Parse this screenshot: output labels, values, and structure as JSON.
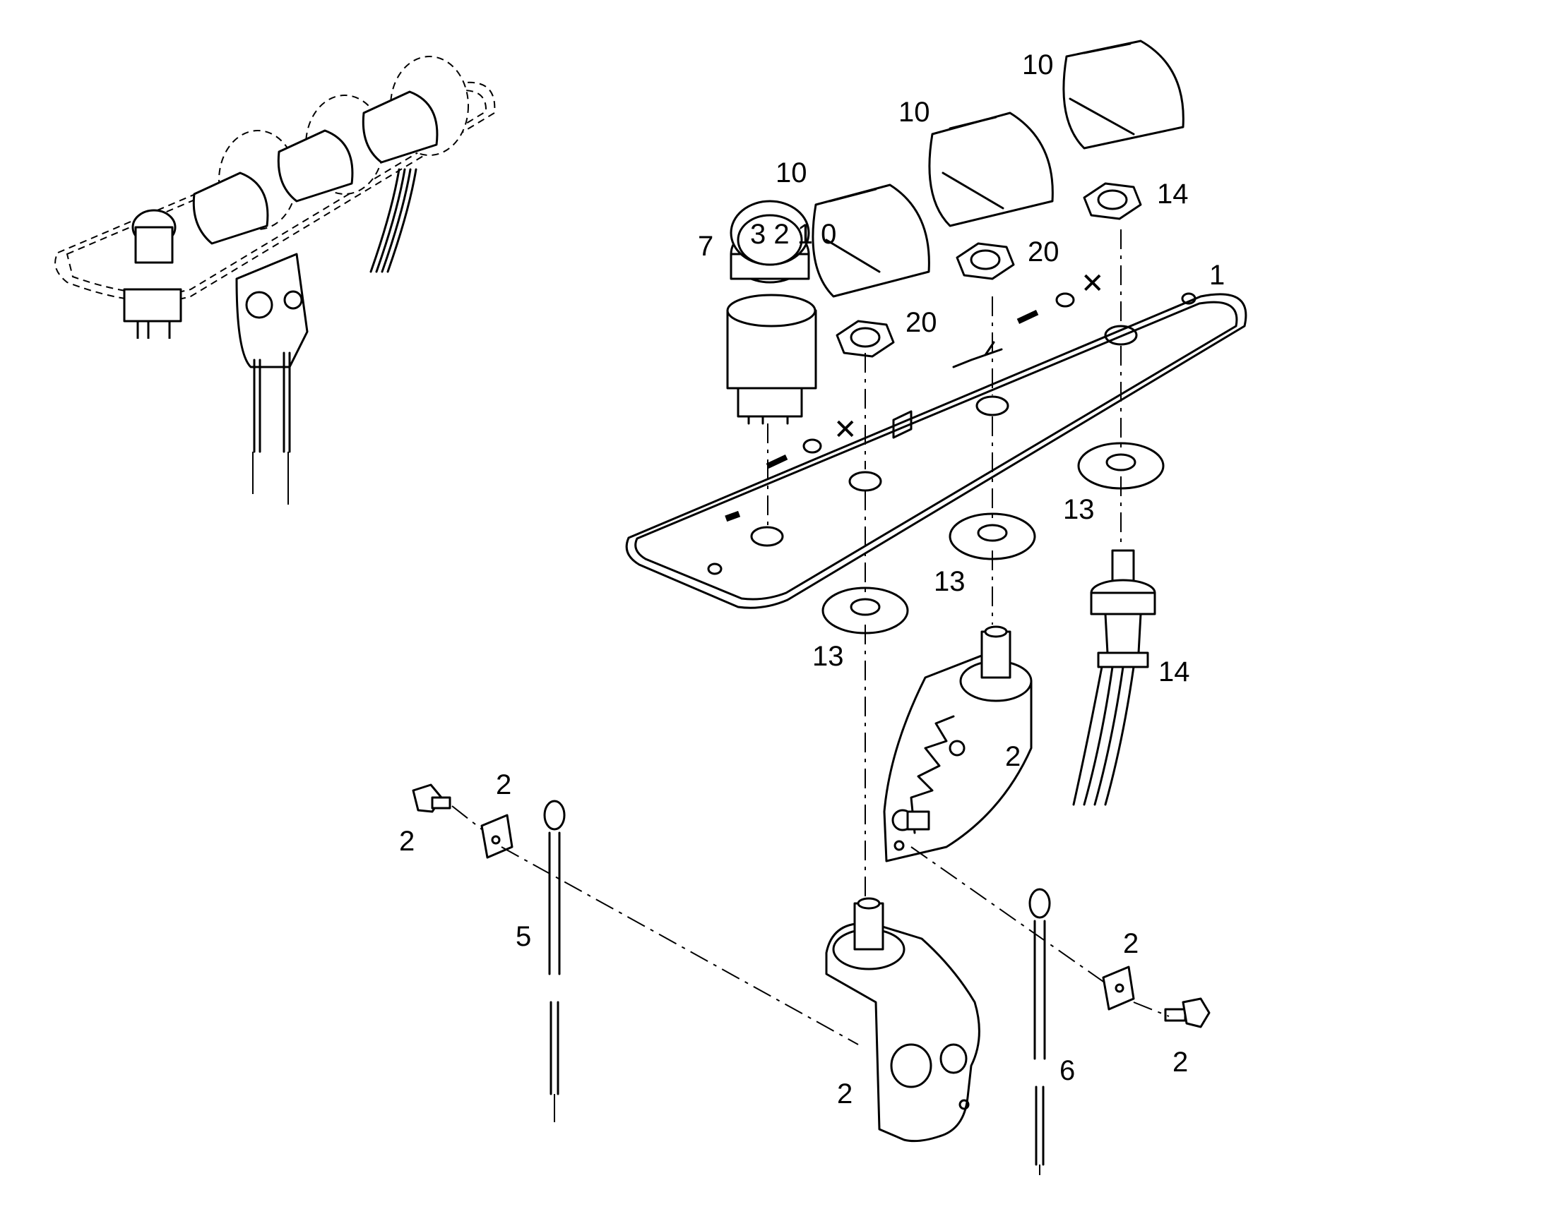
{
  "diagram": {
    "callouts": [
      {
        "id": "c1",
        "text": "1"
      },
      {
        "id": "c7",
        "text": "7"
      },
      {
        "id": "c10a",
        "text": "10"
      },
      {
        "id": "c10b",
        "text": "10"
      },
      {
        "id": "c10c",
        "text": "10"
      },
      {
        "id": "c14a",
        "text": "14"
      },
      {
        "id": "c20a",
        "text": "20"
      },
      {
        "id": "c20b",
        "text": "20"
      },
      {
        "id": "c13a",
        "text": "13"
      },
      {
        "id": "c13b",
        "text": "13"
      },
      {
        "id": "c13c",
        "text": "13"
      },
      {
        "id": "c14b",
        "text": "14"
      },
      {
        "id": "c2a",
        "text": "2"
      },
      {
        "id": "c2b",
        "text": "2"
      },
      {
        "id": "c2c",
        "text": "2"
      },
      {
        "id": "c2d",
        "text": "2"
      },
      {
        "id": "c2e",
        "text": "2"
      },
      {
        "id": "c2f",
        "text": "2"
      },
      {
        "id": "c5",
        "text": "5"
      },
      {
        "id": "c6",
        "text": "6"
      }
    ],
    "knob_dial_text": "3 2 1 0"
  }
}
